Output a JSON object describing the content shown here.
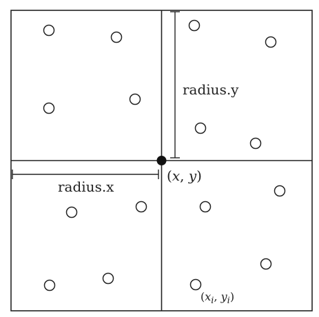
{
  "labels": {
    "radius_y": "radius.y",
    "radius_x": "radius.x",
    "center_open": "(",
    "center_x": "x",
    "center_comma": ", ",
    "center_y": "y",
    "center_close": ")",
    "point_open": "(",
    "point_x": "x",
    "point_x_sub": "i",
    "point_comma": ", ",
    "point_y": "y",
    "point_y_sub": "i",
    "point_close": ")"
  },
  "colors": {
    "line": "#222222",
    "background": "#ffffff"
  }
}
